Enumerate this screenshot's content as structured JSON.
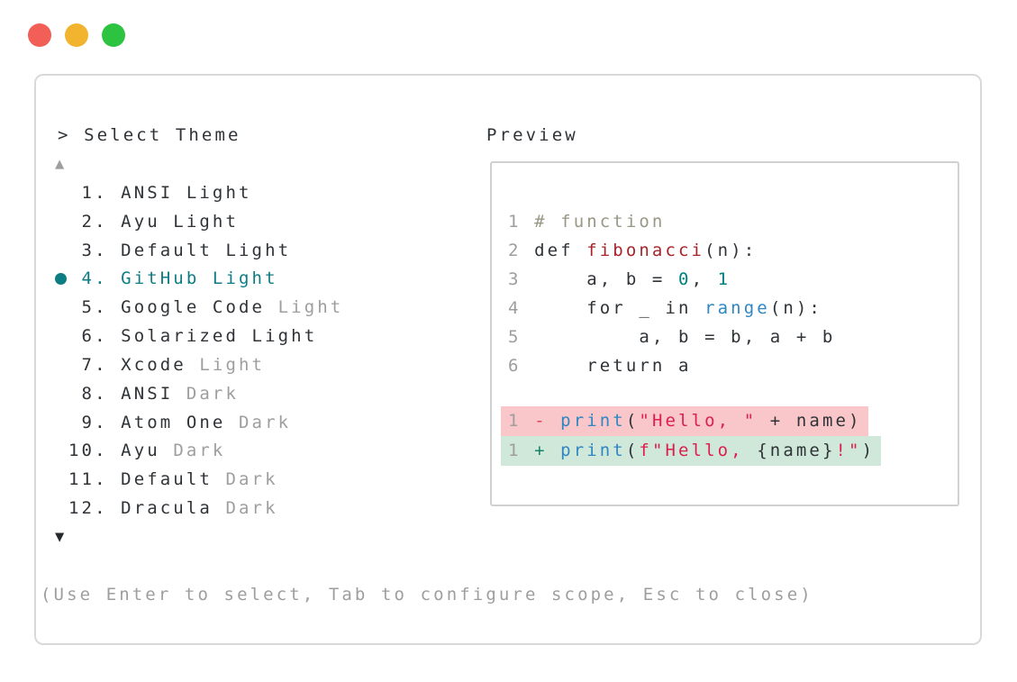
{
  "window": {
    "traffic_lights": [
      {
        "name": "close",
        "color": "#f15f57"
      },
      {
        "name": "minimize",
        "color": "#f2b32e"
      },
      {
        "name": "maximize",
        "color": "#2cc340"
      }
    ]
  },
  "palette": {
    "prompt": "> Select Theme",
    "up_arrow": "▲",
    "down_arrow": "▼",
    "selected_color": "#0d7d84",
    "items": [
      {
        "num": 1,
        "name": "ANSI Light",
        "suffix": "",
        "selected": false
      },
      {
        "num": 2,
        "name": "Ayu Light",
        "suffix": "",
        "selected": false
      },
      {
        "num": 3,
        "name": "Default Light",
        "suffix": "",
        "selected": false
      },
      {
        "num": 4,
        "name": "GitHub Light",
        "suffix": "",
        "selected": true
      },
      {
        "num": 5,
        "name": "Google Code",
        "suffix": "Light",
        "selected": false
      },
      {
        "num": 6,
        "name": "Solarized Light",
        "suffix": "",
        "selected": false
      },
      {
        "num": 7,
        "name": "Xcode",
        "suffix": "Light",
        "selected": false
      },
      {
        "num": 8,
        "name": "ANSI",
        "suffix": "Dark",
        "selected": false
      },
      {
        "num": 9,
        "name": "Atom One",
        "suffix": "Dark",
        "selected": false
      },
      {
        "num": 10,
        "name": "Ayu",
        "suffix": "Dark",
        "selected": false
      },
      {
        "num": 11,
        "name": "Default",
        "suffix": "Dark",
        "selected": false
      },
      {
        "num": 12,
        "name": "Dracula",
        "suffix": "Dark",
        "selected": false
      }
    ],
    "footer": "(Use Enter to select, Tab to configure scope, Esc to close)"
  },
  "preview": {
    "label": "Preview",
    "code_lines": [
      {
        "num": "1",
        "tokens": [
          {
            "t": "# function",
            "c": "comment"
          }
        ]
      },
      {
        "num": "2",
        "tokens": [
          {
            "t": "def ",
            "c": "keyword"
          },
          {
            "t": "fibonacci",
            "c": "title"
          },
          {
            "t": "(n):",
            "c": "plain"
          }
        ]
      },
      {
        "num": "3",
        "tokens": [
          {
            "t": "    a, b = ",
            "c": "plain"
          },
          {
            "t": "0",
            "c": "number"
          },
          {
            "t": ", ",
            "c": "plain"
          },
          {
            "t": "1",
            "c": "number"
          }
        ]
      },
      {
        "num": "4",
        "tokens": [
          {
            "t": "    ",
            "c": "plain"
          },
          {
            "t": "for",
            "c": "keyword"
          },
          {
            "t": " _ ",
            "c": "plain"
          },
          {
            "t": "in",
            "c": "keyword"
          },
          {
            "t": " ",
            "c": "plain"
          },
          {
            "t": "range",
            "c": "builtin"
          },
          {
            "t": "(n):",
            "c": "plain"
          }
        ]
      },
      {
        "num": "5",
        "tokens": [
          {
            "t": "        a, b = b, a + b",
            "c": "plain"
          }
        ]
      },
      {
        "num": "6",
        "tokens": [
          {
            "t": "    ",
            "c": "plain"
          },
          {
            "t": "return",
            "c": "keyword"
          },
          {
            "t": " a",
            "c": "plain"
          }
        ]
      }
    ],
    "diff_lines": [
      {
        "num": "1",
        "kind": "deletion",
        "tokens": [
          {
            "t": "- ",
            "c": "del-sign"
          },
          {
            "t": "print",
            "c": "builtin"
          },
          {
            "t": "(",
            "c": "plain"
          },
          {
            "t": "\"Hello, \"",
            "c": "string"
          },
          {
            "t": " + name)",
            "c": "plain"
          }
        ]
      },
      {
        "num": "1",
        "kind": "addition",
        "tokens": [
          {
            "t": "+ ",
            "c": "add-sign"
          },
          {
            "t": "print",
            "c": "builtin"
          },
          {
            "t": "(",
            "c": "plain"
          },
          {
            "t": "f\"Hello, ",
            "c": "string"
          },
          {
            "t": "{name}",
            "c": "plain"
          },
          {
            "t": "!\"",
            "c": "string"
          },
          {
            "t": ")",
            "c": "plain"
          }
        ]
      }
    ]
  },
  "colors": {
    "panel_border": "#d9d9d9",
    "preview_border": "#d0d0d0",
    "text_dark": "#2f3337",
    "text_gray": "#9e9e9e",
    "selected_teal": "#0d7d84",
    "comment": "#999884",
    "function_title": "#a8242a",
    "number": "#00807e",
    "builtin": "#2f86c2",
    "string": "#dc1f4e",
    "deletion_bg": "#f9c7c9",
    "addition_bg": "#cfe8d9",
    "deletion_sign": "#e0445d",
    "addition_sign": "#17836a"
  }
}
